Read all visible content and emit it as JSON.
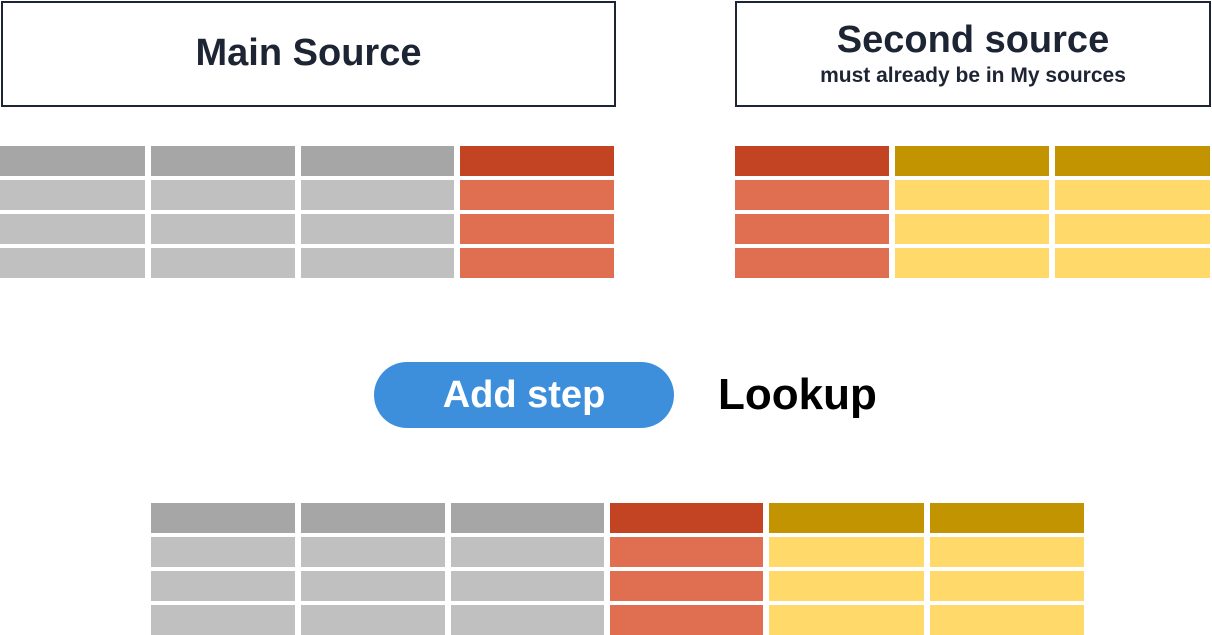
{
  "main_source": {
    "title": "Main Source"
  },
  "second_source": {
    "title": "Second source",
    "subtitle": "must already be in My sources"
  },
  "action": {
    "button_label": "Add step",
    "step_name": "Lookup"
  },
  "colors": {
    "gray_header": "#a6a6a6",
    "gray_cell": "#c0c0c0",
    "red_header": "#c24423",
    "red_cell": "#e06e50",
    "yellow_header": "#c29402",
    "yellow_cell": "#ffd96a",
    "button": "#3d8fdc"
  },
  "tables": {
    "main": {
      "columns": [
        "gray",
        "gray",
        "gray",
        "red"
      ],
      "rows": 4
    },
    "second": {
      "columns": [
        "red",
        "yellow",
        "yellow"
      ],
      "rows": 4
    },
    "result": {
      "columns": [
        "gray",
        "gray",
        "gray",
        "red",
        "yellow",
        "yellow"
      ],
      "rows": 4
    }
  }
}
